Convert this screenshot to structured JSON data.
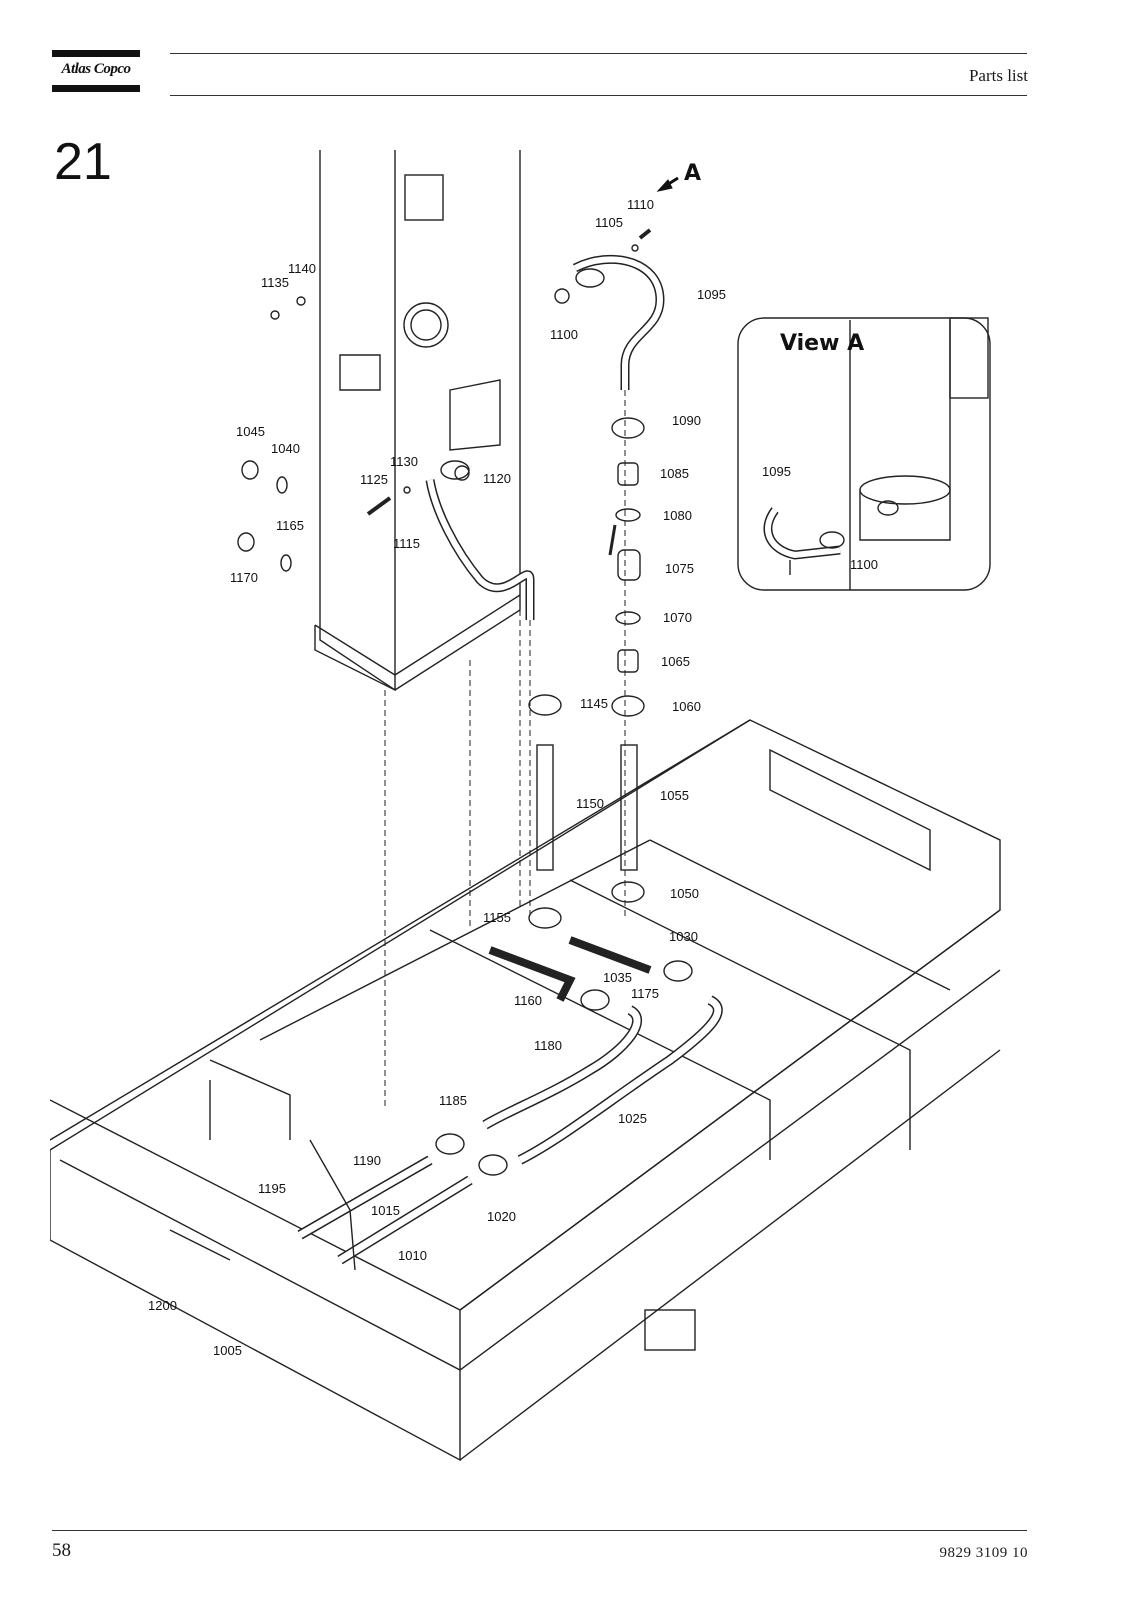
{
  "header": {
    "brand": "Atlas Copco",
    "title": "Parts list"
  },
  "section_number": "21",
  "view_label": "View A",
  "view_arrow_letter": "A",
  "callouts": [
    "1110",
    "1105",
    "1095",
    "1100",
    "1140",
    "1135",
    "1090",
    "1045",
    "1040",
    "1130",
    "1120",
    "1125",
    "1085",
    "1080",
    "1115",
    "1165",
    "1075",
    "1170",
    "1070",
    "1065",
    "1145",
    "1060",
    "1150",
    "1055",
    "1050",
    "1155",
    "1030",
    "1035",
    "1160",
    "1175",
    "1180",
    "1185",
    "1025",
    "1190",
    "1195",
    "1015",
    "1020",
    "1010",
    "1200",
    "1005",
    "1095",
    "1100"
  ],
  "footer": {
    "page_number": "58",
    "document_number": "9829 3109 10"
  }
}
